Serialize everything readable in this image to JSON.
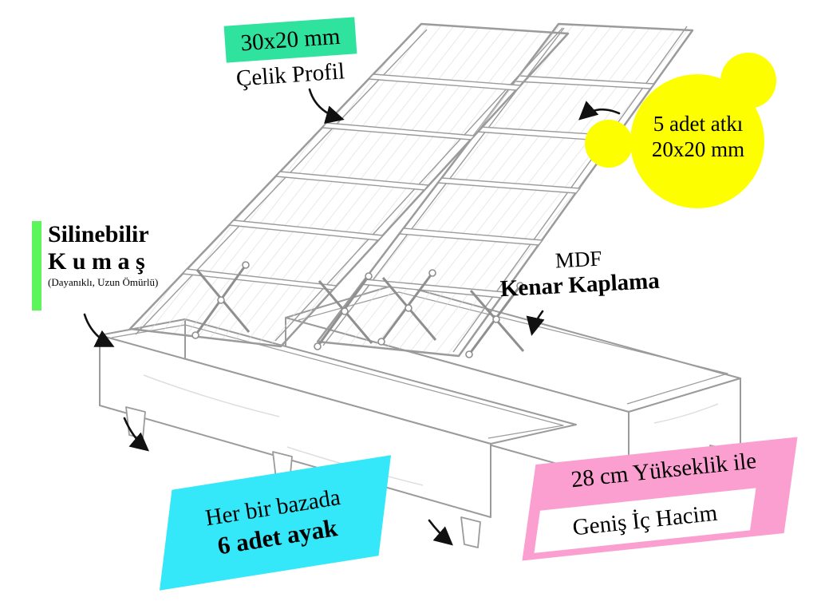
{
  "labels": {
    "steel_profile": {
      "size": "30x20 mm",
      "name": "Çelik Profil"
    },
    "crossbar": {
      "line1": "5 adet atkı",
      "line2": "20x20 mm"
    },
    "fabric": {
      "line1": "Silinebilir",
      "line2": "K u m a ş",
      "line3": "(Dayanıklı, Uzun Ömürlü)"
    },
    "mdf": {
      "line1": "MDF",
      "line2": "Kenar Kaplama"
    },
    "feet": {
      "line1": "Her bir bazada",
      "line2": "6 adet ayak"
    },
    "height": {
      "line1": "28 cm Yükseklik ile",
      "line2": "Geniş İç Hacim"
    }
  },
  "colors": {
    "steel_profile_bg": "#2FE39F",
    "crossbar_bg": "#FDFF00",
    "fabric_bar": "#5CF65C",
    "feet_bg": "#35E8F9",
    "height_bg": "#FB9FD0",
    "line_art": "#9B9B9B",
    "arrow": "#111111",
    "text": "#000000"
  }
}
